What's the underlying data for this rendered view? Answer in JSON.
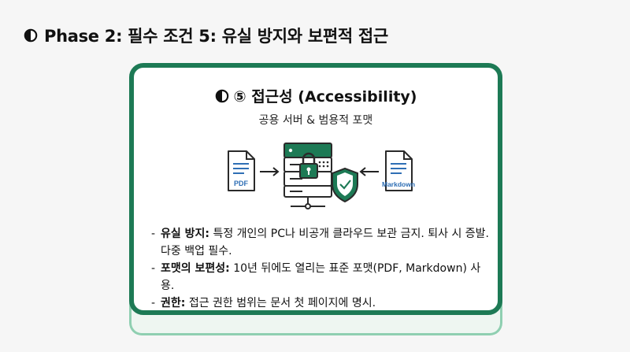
{
  "page": {
    "title": "Phase 2: 필수 조건 5: 유실 방지와 보편적 접근"
  },
  "card": {
    "title": "⑤ 접근성 (Accessibility)",
    "subtitle": "공용 서버 & 범용적 포맷",
    "illustration": {
      "left_file_label": "PDF",
      "right_file_label": "Markdown",
      "icons": [
        "pdf-file-icon",
        "arrow-right-icon",
        "server-icon",
        "padlock-icon",
        "shield-check-icon",
        "arrow-left-icon",
        "markdown-file-icon"
      ]
    },
    "bullets": [
      {
        "dash": "-",
        "term": "유실 방지",
        "colon": ":",
        "text": " 특정 개인의 PC나 비공개 클라우드 보관 금지. 퇴사 시 증발. 다중 백업 필수."
      },
      {
        "dash": "-",
        "term": "포맷의 보편성",
        "colon": ":",
        "text": " 10년 뒤에도 열리는 표준 포맷(PDF, Markdown) 사용."
      },
      {
        "dash": "-",
        "term": "권한",
        "colon": ":",
        "text": " 접근 권한 범위는 문서 첫 페이지에 명시."
      }
    ]
  },
  "colors": {
    "accent_green": "#1d7a55",
    "light_green": "#8fcfb1",
    "file_blue": "#2f6fb5"
  }
}
